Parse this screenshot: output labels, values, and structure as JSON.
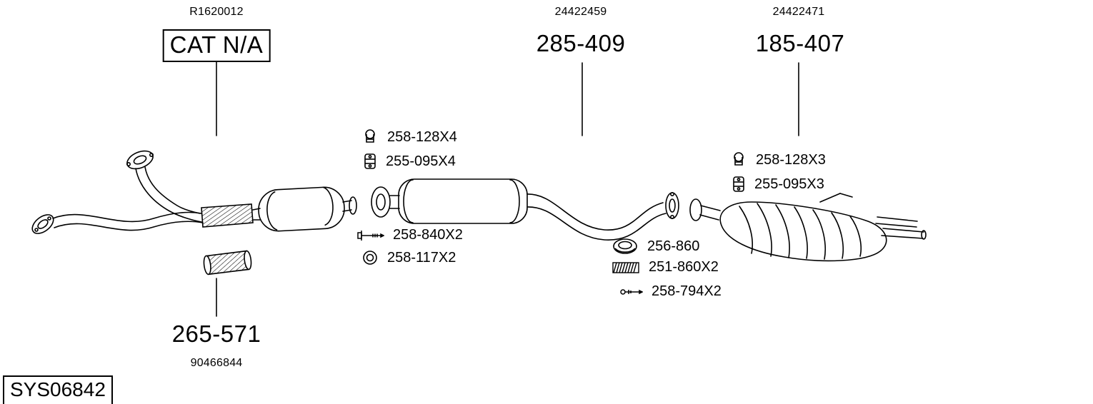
{
  "colors": {
    "ink": "#000000",
    "background": "#ffffff"
  },
  "diagram_code": "SYS06842",
  "assemblies": [
    {
      "ref": "R1620012",
      "label": "CAT N/A",
      "boxed": true
    },
    {
      "ref": "24422459",
      "label": "285-409",
      "boxed": false
    },
    {
      "ref": "24422471",
      "label": "185-407",
      "boxed": false
    }
  ],
  "flex_pipe_part": {
    "label": "265-571",
    "ref": "90466844"
  },
  "hardware_mid_top": [
    {
      "icon": "clamp-icon",
      "label": "258-128X4"
    },
    {
      "icon": "rubber-mount-icon",
      "label": "255-095X4"
    }
  ],
  "hardware_mid_bottom": [
    {
      "icon": "bolt-icon",
      "label": "258-840X2"
    },
    {
      "icon": "washer-icon",
      "label": "258-117X2"
    }
  ],
  "hardware_rear_top": [
    {
      "icon": "clamp-icon",
      "label": "258-128X3"
    },
    {
      "icon": "rubber-mount-icon",
      "label": "255-095X3"
    }
  ],
  "hardware_rear_mid": [
    {
      "icon": "gasket-icon",
      "label": "256-860"
    },
    {
      "icon": "spring-icon",
      "label": "251-860X2"
    },
    {
      "icon": "stud-bolt-icon",
      "label": "258-794X2"
    }
  ]
}
